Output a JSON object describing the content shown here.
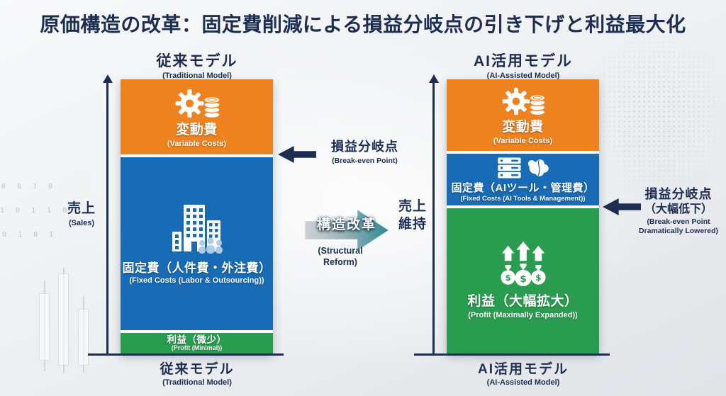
{
  "title": "原価構造の改革：固定費削減による損益分岐点の引き下げと利益最大化",
  "colors": {
    "variable_costs": "#ED821F",
    "fixed_costs": "#186BB4",
    "profit": "#2A9C4F",
    "navy": "#1C2F52",
    "reform_silver": "#CDD2D6",
    "reform_teal": "#2C8A94"
  },
  "icons": {
    "money_symbol": "$"
  },
  "decor": {
    "binary": [
      "0 0 1 0",
      "1 0 1 1 0",
      "0 1 0 1"
    ]
  },
  "traditional": {
    "top_label": "従来モデル",
    "top_sublabel": "(Traditional Model)",
    "axis_label": "売上",
    "axis_sublabel": "(Sales)",
    "variable": {
      "label": "変動費",
      "sublabel": "(Variable Costs)"
    },
    "fixed": {
      "label": "固定費（人件費・外注費）",
      "sublabel": "(Fixed Costs (Labor & Outsourcing))"
    },
    "profit": {
      "label": "利益（微少）",
      "sublabel": "(Profit (Minimal))"
    },
    "breakeven": {
      "label": "損益分岐点",
      "sublabel": "(Break-even Point)"
    },
    "bottom_label": "従来モデル",
    "bottom_sublabel": "(Traditional Model)"
  },
  "reform": {
    "label": "構造改革",
    "sublabel": "(Structural Reform)"
  },
  "ai": {
    "top_label": "AI活用モデル",
    "top_sublabel": "(AI-Assisted Model)",
    "axis_label_1": "売上",
    "axis_label_2": "維持",
    "variable": {
      "label": "変動費",
      "sublabel": "(Variable Costs)"
    },
    "fixed": {
      "label": "固定費（AIツール・管理費）",
      "sublabel": "(Fixed Costs (AI Tools & Management))"
    },
    "profit": {
      "label": "利益（大幅拡大）",
      "sublabel": "(Profit (Maximally Expanded))"
    },
    "breakeven": {
      "label": "損益分岐点",
      "label_2": "（大幅低下）",
      "sublabel_1": "(Break-even Point",
      "sublabel_2": "Dramatically Lowered)"
    },
    "bottom_label": "AI活用モデル",
    "bottom_sublabel": "(AI-Assisted Model)"
  },
  "chart_data": {
    "type": "bar",
    "categories": [
      "従来モデル (Traditional Model)",
      "AI活用モデル (AI-Assisted Model)"
    ],
    "series": [
      {
        "name": "変動費 (Variable Costs)",
        "values": [
          27,
          26
        ]
      },
      {
        "name": "固定費 (Fixed Costs)",
        "values": [
          64,
          19
        ]
      },
      {
        "name": "利益 (Profit)",
        "values": [
          9,
          55
        ]
      }
    ],
    "ylabel": "売上 (Sales)",
    "ylim": [
      0,
      100
    ]
  }
}
